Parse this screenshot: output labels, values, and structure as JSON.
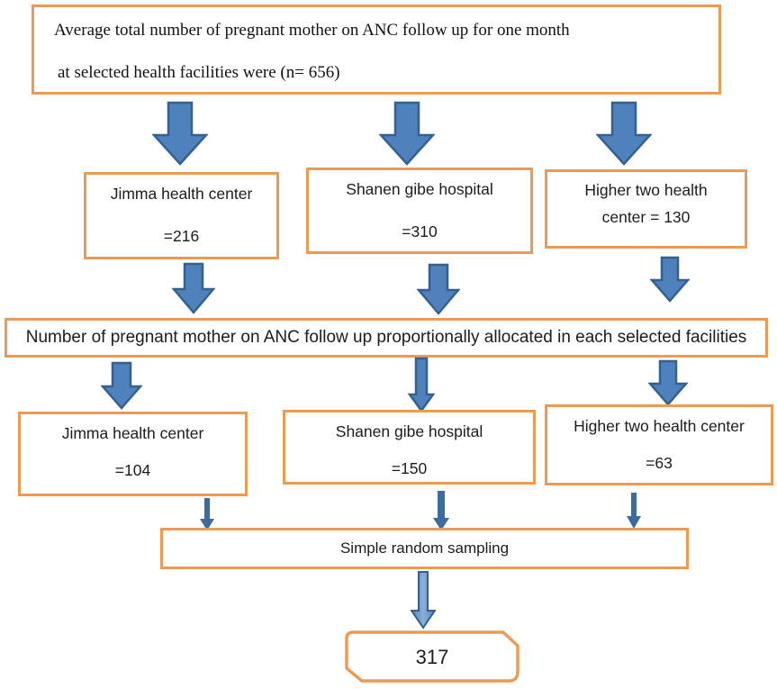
{
  "colors": {
    "box_border": "#ED9B53",
    "arrow_fill": "#4F81BD",
    "arrow_stroke": "#35618F",
    "arrow_solid": "#3C6B9E",
    "text": "#1C1C1C"
  },
  "flowchart": {
    "source_box": {
      "line1": "Average total number of pregnant mother on ANC follow up for one month",
      "line2": "at selected health facilities were (n= 656)"
    },
    "facility_totals": [
      {
        "line1": "Jimma health center",
        "line2": "=216"
      },
      {
        "line1": "Shanen gibe hospital",
        "line2": "=310"
      },
      {
        "line1": "Higher two health",
        "line2": "center = 130"
      }
    ],
    "allocation_box": {
      "text": "Number of pregnant mother on ANC follow up proportionally allocated in each selected facilities"
    },
    "facility_samples": [
      {
        "line1": "Jimma health center",
        "line2": "=104"
      },
      {
        "line1": "Shanen gibe hospital",
        "line2": "=150"
      },
      {
        "line1": "Higher two health center",
        "line2": "=63"
      }
    ],
    "sampling_box": {
      "text": "Simple random sampling"
    },
    "result_box": {
      "value": "317"
    }
  }
}
